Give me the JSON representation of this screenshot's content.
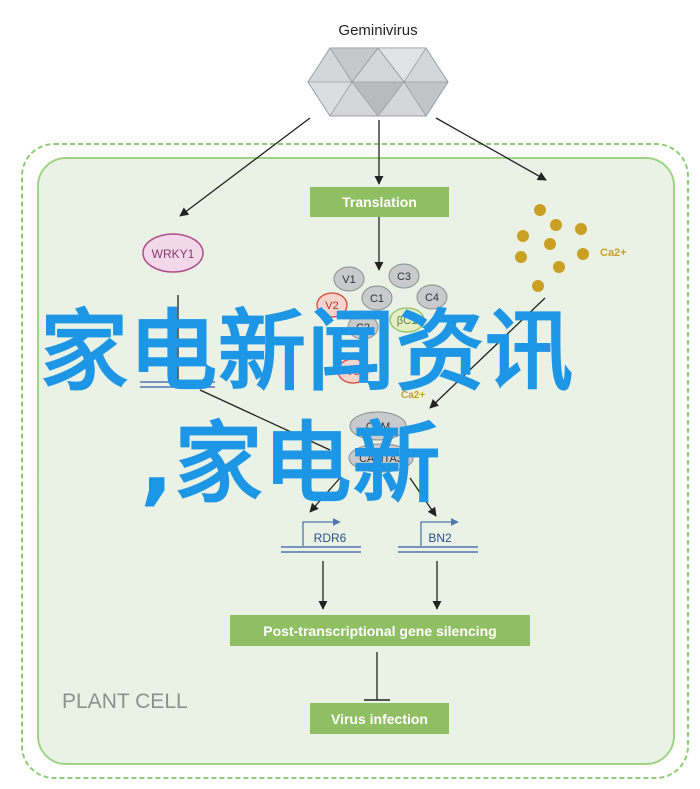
{
  "colors": {
    "cell_fill": "#e9f2e4",
    "cell_border": "#8fcf74",
    "box_fill": "#8fbe63",
    "box_text": "#ffffff",
    "dot": "#c9a024",
    "red": "#d9443a",
    "purple": "#b04d8c",
    "gray_node": "#c8cacb",
    "blue_gene": "#5075b0",
    "watermark": "#1e96e6"
  },
  "virus": {
    "label": "Geminivirus",
    "icon": "icosahedron-virus-icon"
  },
  "cell_label": "PLANT CELL",
  "boxes": {
    "translation": "Translation",
    "ptgs": "Post-transcriptional gene silencing",
    "infection": "Virus infection"
  },
  "nodes": {
    "wrky1": "WRKY1",
    "ca_top": "Ca2+",
    "ca_mid": "Ca2+",
    "v1": "V1",
    "v2": "V2",
    "v3": "V3",
    "c1": "C1",
    "c2": "C2",
    "c3": "C3",
    "c4": "C4",
    "betac1": "βC1",
    "cam": "CAM",
    "camta3": "CAMTA3"
  },
  "genes": {
    "rdr6": "RDR6",
    "bn2": "BN2"
  },
  "watermark": {
    "line1": "家电新闻资讯",
    "line2": ",家电新"
  }
}
